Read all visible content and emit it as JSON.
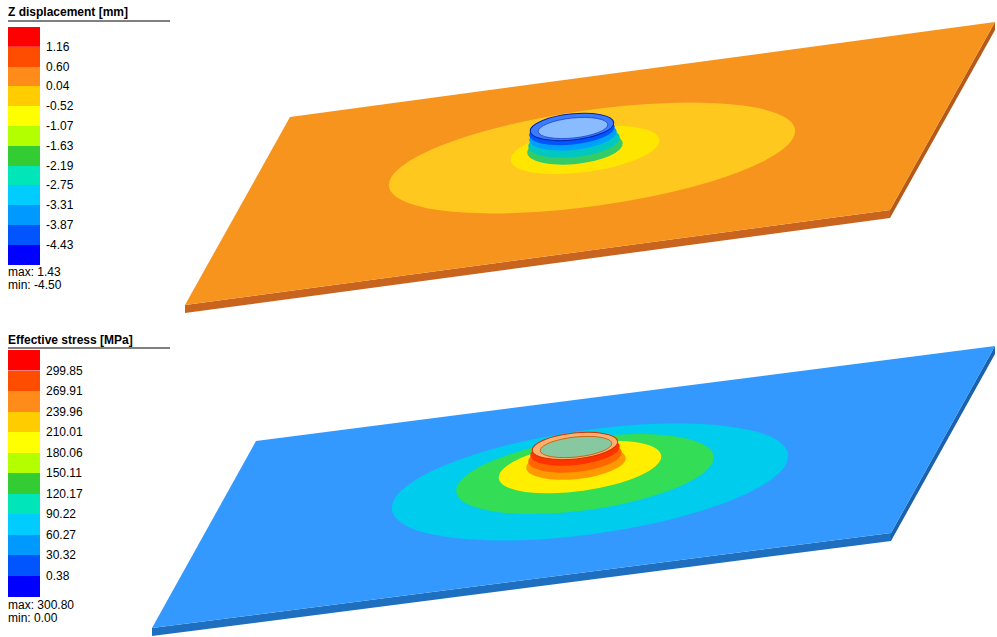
{
  "diagram": {
    "labels": [
      "Z displacement [mm]",
      "max: 1.43",
      "min: -4.50",
      "Effective stress [MPa]",
      "max: 300.80",
      "min: 0.00"
    ],
    "legend": [
      {
        "text": "1.16",
        "color": "#ff4d00"
      },
      {
        "text": "0.60",
        "color": "#ff8c1a"
      },
      {
        "text": "0.04",
        "color": "#ffcc00"
      },
      {
        "text": "-0.52",
        "color": "#ffff00"
      },
      {
        "text": "-1.07",
        "color": "#b3ff00"
      },
      {
        "text": "-1.63",
        "color": "#33cc33"
      },
      {
        "text": "-2.19",
        "color": "#00e6b8"
      },
      {
        "text": "-2.75",
        "color": "#00ccff"
      },
      {
        "text": "-3.31",
        "color": "#0099ff"
      },
      {
        "text": "-3.87",
        "color": "#0055ff"
      },
      {
        "text": "-4.43",
        "color": "#0000ff"
      },
      {
        "text": "299.85",
        "color": "#ff4d00"
      },
      {
        "text": "269.91",
        "color": "#ff8c1a"
      },
      {
        "text": "239.96",
        "color": "#ffcc00"
      },
      {
        "text": "210.01",
        "color": "#ffff00"
      },
      {
        "text": "180.06",
        "color": "#b3ff00"
      },
      {
        "text": "150.11",
        "color": "#33cc33"
      },
      {
        "text": "120.17",
        "color": "#00e6b8"
      },
      {
        "text": "90.22",
        "color": "#00ccff"
      },
      {
        "text": "60.27",
        "color": "#0099ff"
      },
      {
        "text": "30.32",
        "color": "#0055ff"
      },
      {
        "text": "0.38",
        "color": "#0000ff"
      }
    ]
  }
}
